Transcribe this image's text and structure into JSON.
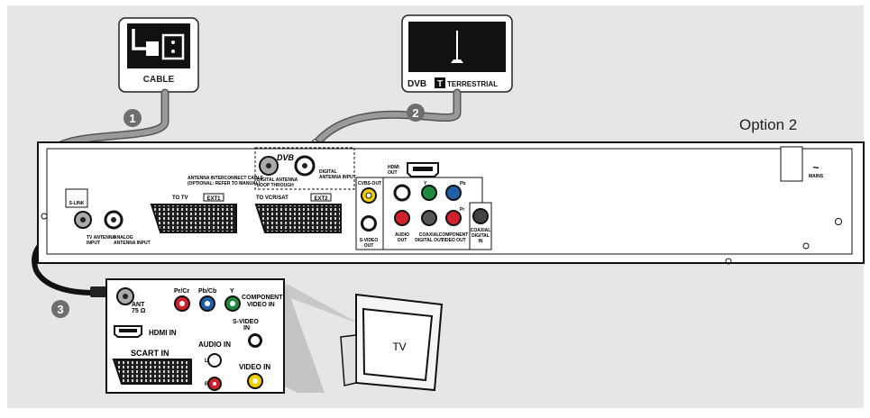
{
  "option_label": "Option 2",
  "cable_label": "CABLE",
  "dvbt": {
    "dvb": "DVB",
    "t": "T",
    "terrestrial": "TERRESTRIAL"
  },
  "steps": [
    "1",
    "2",
    "3"
  ],
  "recorder": {
    "dvb_logo": "DVB",
    "slink": "S-LINK",
    "rf_tv_antenna": "TV ANTENNA",
    "rf_tv_antenna_2": "INPUT",
    "analog_antenna": "ANALOG",
    "analog_antenna_2": "ANTENNA INPUT",
    "interconnect": "ANTENNA INTERCONNECT CABLE",
    "interconnect_2": "(OPTIONAL: REFER TO MANUAL)",
    "digital_loop": "DIGITAL ANTENNA",
    "digital_loop_2": "LOOP THROUGH",
    "digital_input": "DIGITAL",
    "digital_input_2": "ANTENNA INPUT",
    "hdmi_out": "HDMI",
    "hdmi_out_2": "OUT",
    "to_tv": "TO TV",
    "ext1": "EXT1",
    "to_vcr": "TO VCR/SAT",
    "ext2": "EXT2",
    "cvbs_out": "CVBS-OUT",
    "svideo_out": "S-VIDEO",
    "svideo_out_2": "OUT",
    "audio_out": "AUDIO",
    "audio_out_2": "OUT",
    "coax_out": "COAXIAL",
    "coax_out_2": "DIGITAL OUT",
    "comp_out": "COMPONENT",
    "comp_out_2": "VIDEO OUT",
    "y": "Y",
    "pb": "Pb",
    "pr": "Pr",
    "coax_in": "COAXIAL",
    "coax_in_2": "DIGITAL",
    "coax_in_3": "IN",
    "mains": "MAINS",
    "mains_sym": "~"
  },
  "tv_panel": {
    "ant": "ANT",
    "ohm": "75 Ω",
    "pr": "Pr/Cr",
    "pb": "Pb/Cb",
    "y": "Y",
    "component": "COMPONENT",
    "component_2": "VIDEO IN",
    "hdmi_in": "HDMI IN",
    "svideo": "S-VIDEO",
    "svideo_2": "IN",
    "audio_in": "AUDIO IN",
    "l": "L",
    "r": "R",
    "scart_in": "SCART IN",
    "video_in": "VIDEO IN"
  },
  "tv_label": "TV",
  "colors": {
    "panel_bg": "#e6e6e6",
    "cable": "#8c8c8c",
    "step_badge": "#6e6e6e",
    "red": "#d0212d",
    "green": "#1e8a3c",
    "blue": "#1f5fa8",
    "yellow": "#f2d000"
  }
}
